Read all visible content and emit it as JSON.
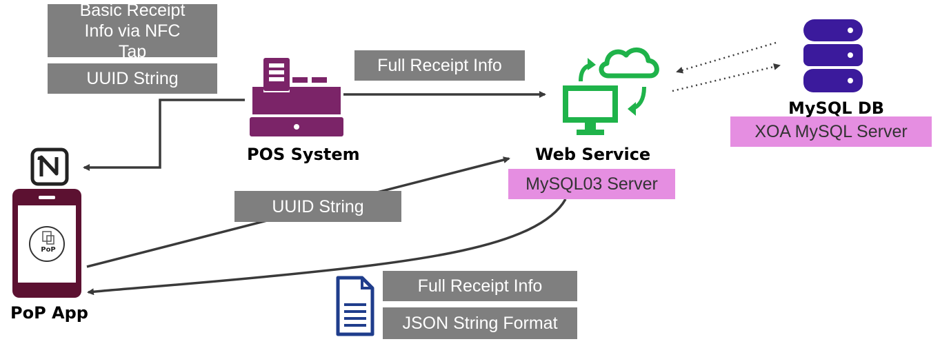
{
  "nodes": {
    "pos": {
      "label": "POS System"
    },
    "web": {
      "label": "Web Service",
      "server": "MySQL03 Server"
    },
    "db": {
      "label": "MySQL DB",
      "server": "XOA MySQL Server"
    },
    "app": {
      "label": "PoP App",
      "logo_text": "PoP"
    }
  },
  "tags": {
    "nfc_info": "Basic Receipt Info via NFC Tap",
    "nfc_uuid": "UUID String",
    "pos_to_web": "Full Receipt Info",
    "app_to_web": "UUID String",
    "web_to_app_1": "Full Receipt Info",
    "web_to_app_2": "JSON String Format"
  },
  "colors": {
    "pos": "#7b2468",
    "web": "#1fb34a",
    "db": "#3b1a9c",
    "app": "#5c1131",
    "doc": "#1f3d8c",
    "tag_bg": "#7f7f7f",
    "server_bg": "#e58ee1"
  },
  "icons": [
    "nfc-icon",
    "cash-register-icon",
    "cloud-computer-icon",
    "database-icon",
    "smartphone-icon",
    "document-icon"
  ]
}
